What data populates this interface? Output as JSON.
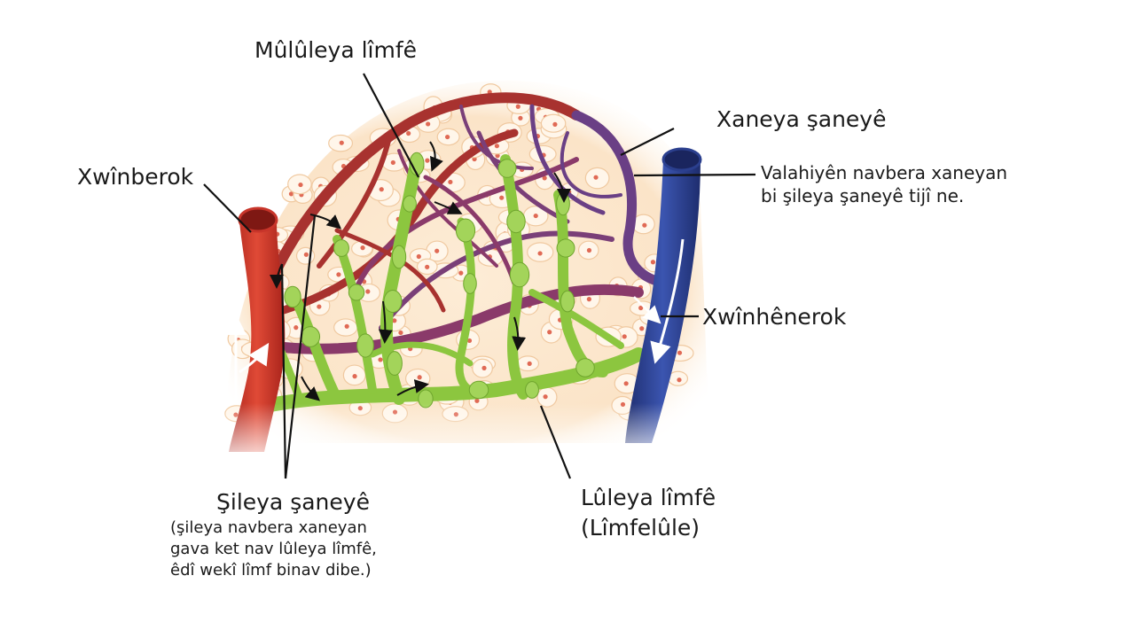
{
  "labels": {
    "lymph_capillary": "Mûlûleya lîmfê",
    "tissue_cells": "Xaneya şaneyê",
    "artery": "Xwînberok",
    "interstitial_space_line1": "Valahiyên navbera xaneyan",
    "interstitial_space_line2": "bi şileya şaneyê tijî ne.",
    "vein": "Xwînhênerok",
    "tissue_fluid_title": "Şileya şaneyê",
    "tissue_fluid_line1": "(şileya navbera xaneyan",
    "tissue_fluid_line2": "gava ket nav lûleya lîmfê,",
    "tissue_fluid_line3": "êdî wekî lîmf binav dibe.)",
    "lymph_vessel_line1": "Lûleya lîmfê",
    "lymph_vessel_line2": "(Lîmfelûle)"
  },
  "colors": {
    "artery": "#c8352a",
    "vein": "#2b3f8e",
    "capillary_mid": "#7a3f78",
    "lymph": "#8cc63f",
    "tissue_bg": "#fbe7cf",
    "cell_nucleus": "#e06a55"
  }
}
